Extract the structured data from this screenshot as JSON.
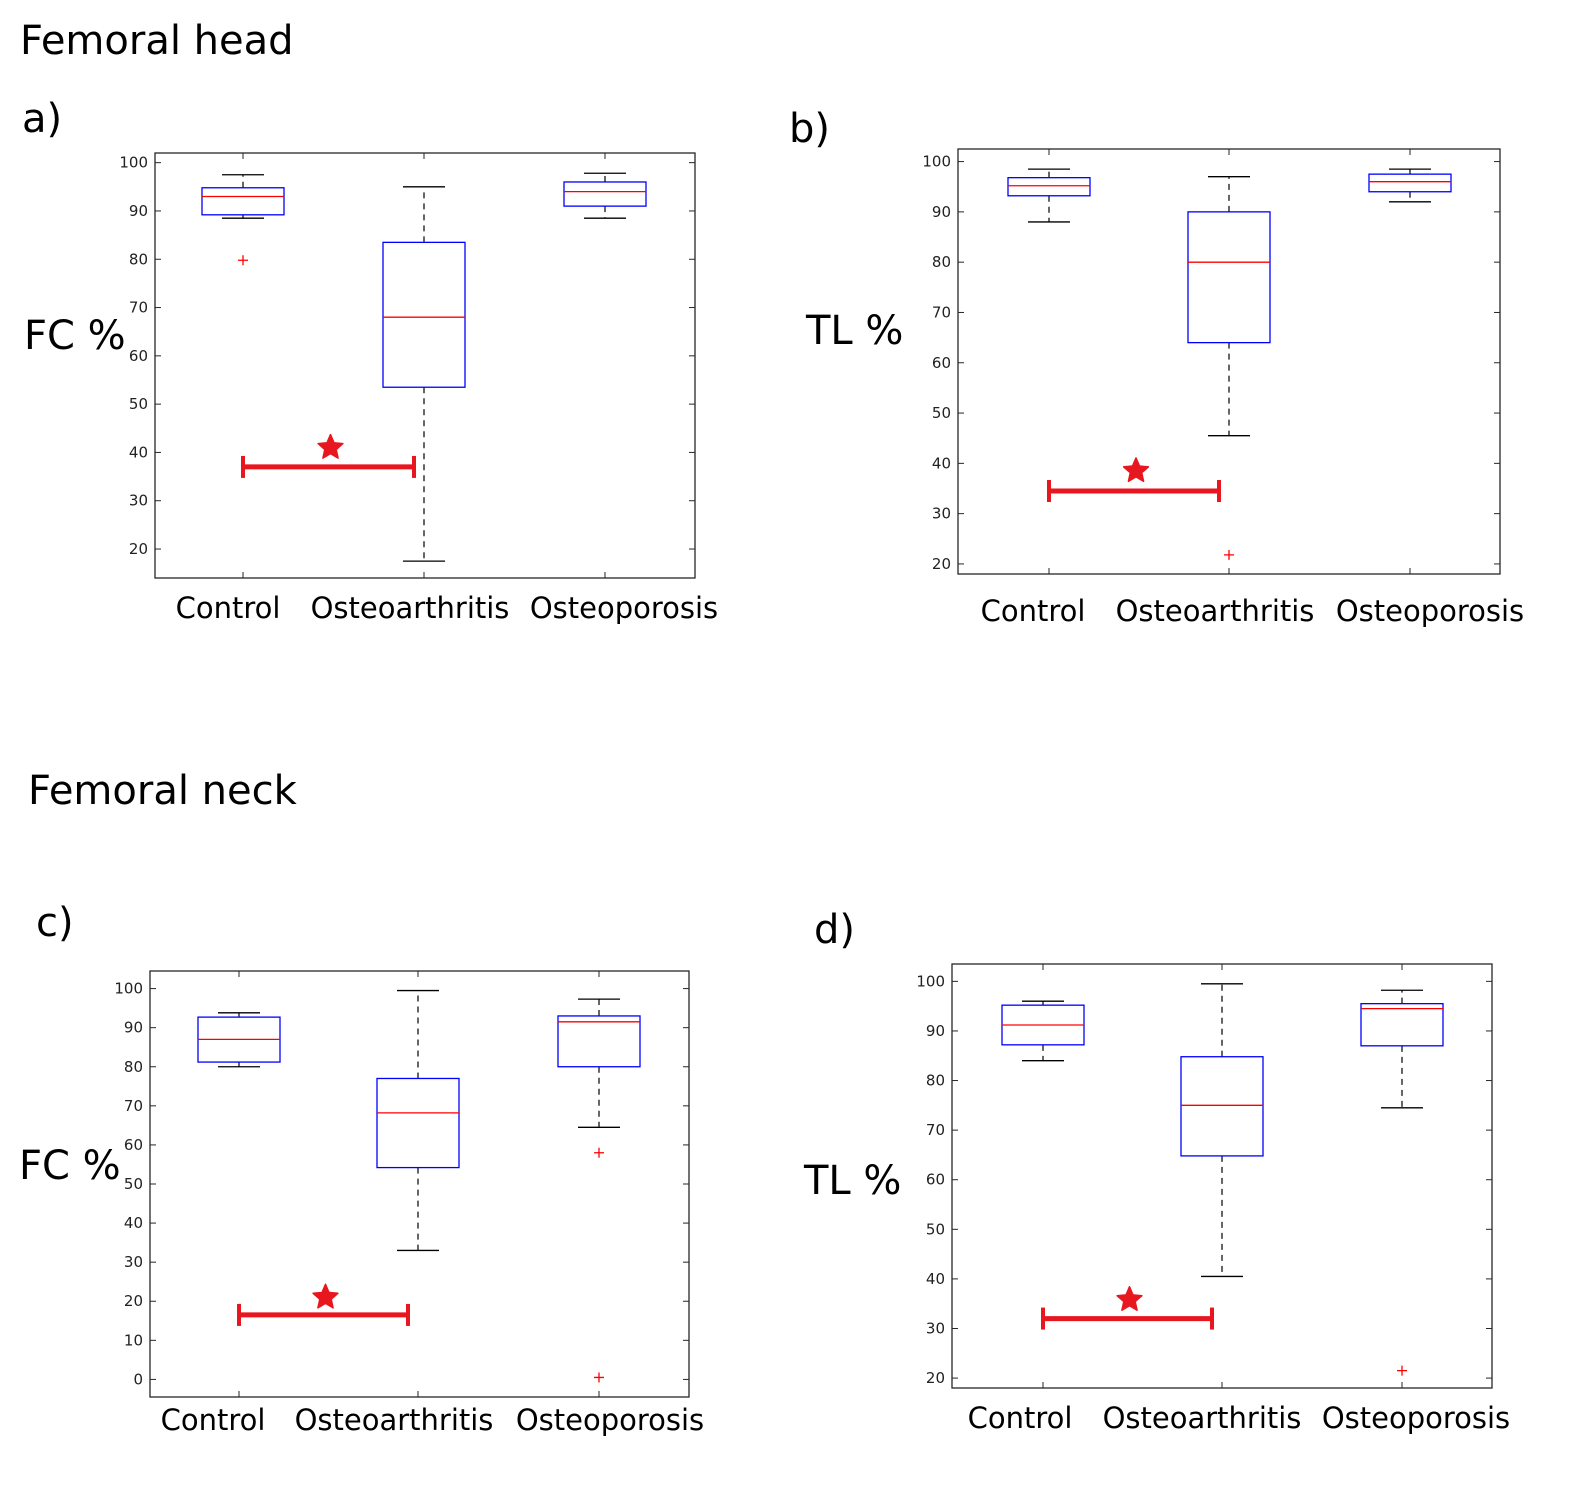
{
  "sections": [
    {
      "title": "Femoral head"
    },
    {
      "title": "Femoral neck"
    }
  ],
  "colors": {
    "box": "#0000ff",
    "median": "#ff0000",
    "whisker": "#000000",
    "outlier": "#ff0000",
    "significance": "#e8161f"
  },
  "chart_data": [
    {
      "panel": "a)",
      "type": "box",
      "ylabel": "FC %",
      "categories": [
        "Control",
        "Osteoarthritis",
        "Osteoporosis"
      ],
      "yticks": [
        20,
        30,
        40,
        50,
        60,
        70,
        80,
        90,
        100
      ],
      "ylim": [
        14,
        102
      ],
      "boxes": [
        {
          "whisker_low": 88.5,
          "q1": 89.2,
          "median": 93,
          "q3": 94.8,
          "whisker_high": 97.5,
          "outliers": [
            79.8
          ]
        },
        {
          "whisker_low": 17.5,
          "q1": 53.5,
          "median": 68,
          "q3": 83.5,
          "whisker_high": 95,
          "outliers": []
        },
        {
          "whisker_low": 88.5,
          "q1": 91,
          "median": 94,
          "q3": 96,
          "whisker_high": 97.8,
          "outliers": []
        }
      ],
      "significance": {
        "from": 0,
        "to": 1,
        "y": 37,
        "star_y": 41
      }
    },
    {
      "panel": "b)",
      "type": "box",
      "ylabel": "TL %",
      "categories": [
        "Control",
        "Osteoarthritis",
        "Osteoporosis"
      ],
      "yticks": [
        20,
        30,
        40,
        50,
        60,
        70,
        80,
        90,
        100
      ],
      "ylim": [
        18,
        102.5
      ],
      "boxes": [
        {
          "whisker_low": 88,
          "q1": 93.2,
          "median": 95.2,
          "q3": 96.8,
          "whisker_high": 98.5,
          "outliers": []
        },
        {
          "whisker_low": 45.5,
          "q1": 64,
          "median": 80,
          "q3": 90,
          "whisker_high": 97,
          "outliers": [
            21.8
          ]
        },
        {
          "whisker_low": 92,
          "q1": 94,
          "median": 96,
          "q3": 97.5,
          "whisker_high": 98.5,
          "outliers": []
        }
      ],
      "significance": {
        "from": 0,
        "to": 1,
        "y": 34.5,
        "star_y": 38.5
      }
    },
    {
      "panel": "c)",
      "type": "box",
      "ylabel": "FC %",
      "categories": [
        "Control",
        "Osteoarthritis",
        "Osteoporosis"
      ],
      "yticks": [
        0,
        10,
        20,
        30,
        40,
        50,
        60,
        70,
        80,
        90,
        100
      ],
      "ylim": [
        -4.5,
        104.5
      ],
      "boxes": [
        {
          "whisker_low": 80,
          "q1": 81.2,
          "median": 87,
          "q3": 92.7,
          "whisker_high": 93.8,
          "outliers": []
        },
        {
          "whisker_low": 33,
          "q1": 54.2,
          "median": 68.2,
          "q3": 77,
          "whisker_high": 99.5,
          "outliers": []
        },
        {
          "whisker_low": 64.5,
          "q1": 80,
          "median": 91.5,
          "q3": 93,
          "whisker_high": 97.3,
          "outliers": [
            58,
            0.5
          ]
        }
      ],
      "significance": {
        "from": 0,
        "to": 1,
        "y": 16.5,
        "star_y": 21
      }
    },
    {
      "panel": "d)",
      "type": "box",
      "ylabel": "TL %",
      "categories": [
        "Control",
        "Osteoarthritis",
        "Osteoporosis"
      ],
      "yticks": [
        20,
        30,
        40,
        50,
        60,
        70,
        80,
        90,
        100
      ],
      "ylim": [
        18,
        103.5
      ],
      "boxes": [
        {
          "whisker_low": 84,
          "q1": 87.2,
          "median": 91.2,
          "q3": 95.2,
          "whisker_high": 96,
          "outliers": []
        },
        {
          "whisker_low": 40.5,
          "q1": 64.8,
          "median": 75,
          "q3": 84.8,
          "whisker_high": 99.5,
          "outliers": []
        },
        {
          "whisker_low": 74.5,
          "q1": 87,
          "median": 94.5,
          "q3": 95.5,
          "whisker_high": 98.2,
          "outliers": [
            21.5
          ]
        }
      ],
      "significance": {
        "from": 0,
        "to": 1,
        "y": 32,
        "star_y": 35.8
      }
    }
  ]
}
